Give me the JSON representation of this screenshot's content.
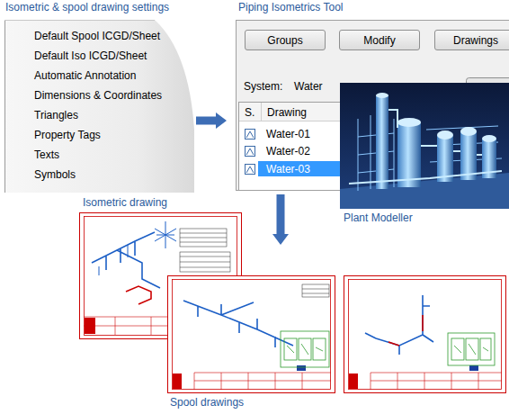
{
  "diagram": {
    "nodes": [
      {
        "text": [
          "Isometric & spool drawing settings",
          "Default Spool ICGD/Sheet",
          "Default Iso ICGD/Sheet",
          "Automatic Annotation",
          "Dimensions & Coordinates",
          "Triangles",
          "Property Tags",
          "Texts",
          "Symbols"
        ]
      },
      {
        "text": [
          "Piping Isometrics Tool",
          "System:",
          "Water",
          "S.",
          "Drawing",
          "Water-01",
          "Water-02",
          "Water-03"
        ]
      },
      {
        "text": [
          "Groups"
        ],
        "in": 1
      },
      {
        "text": [
          "Modify"
        ],
        "in": 1
      },
      {
        "text": [
          "Drawings"
        ],
        "in": 1
      },
      {
        "text": [
          "Plant Modeller"
        ]
      },
      {
        "text": [
          "Isometric drawing"
        ]
      },
      {
        "text": [
          "Spool drawings"
        ]
      }
    ],
    "edges": [
      {
        "from": 0,
        "to": 1,
        "arrow": "to"
      },
      {
        "from": 1,
        "to": 7,
        "arrow": "to"
      }
    ]
  }
}
